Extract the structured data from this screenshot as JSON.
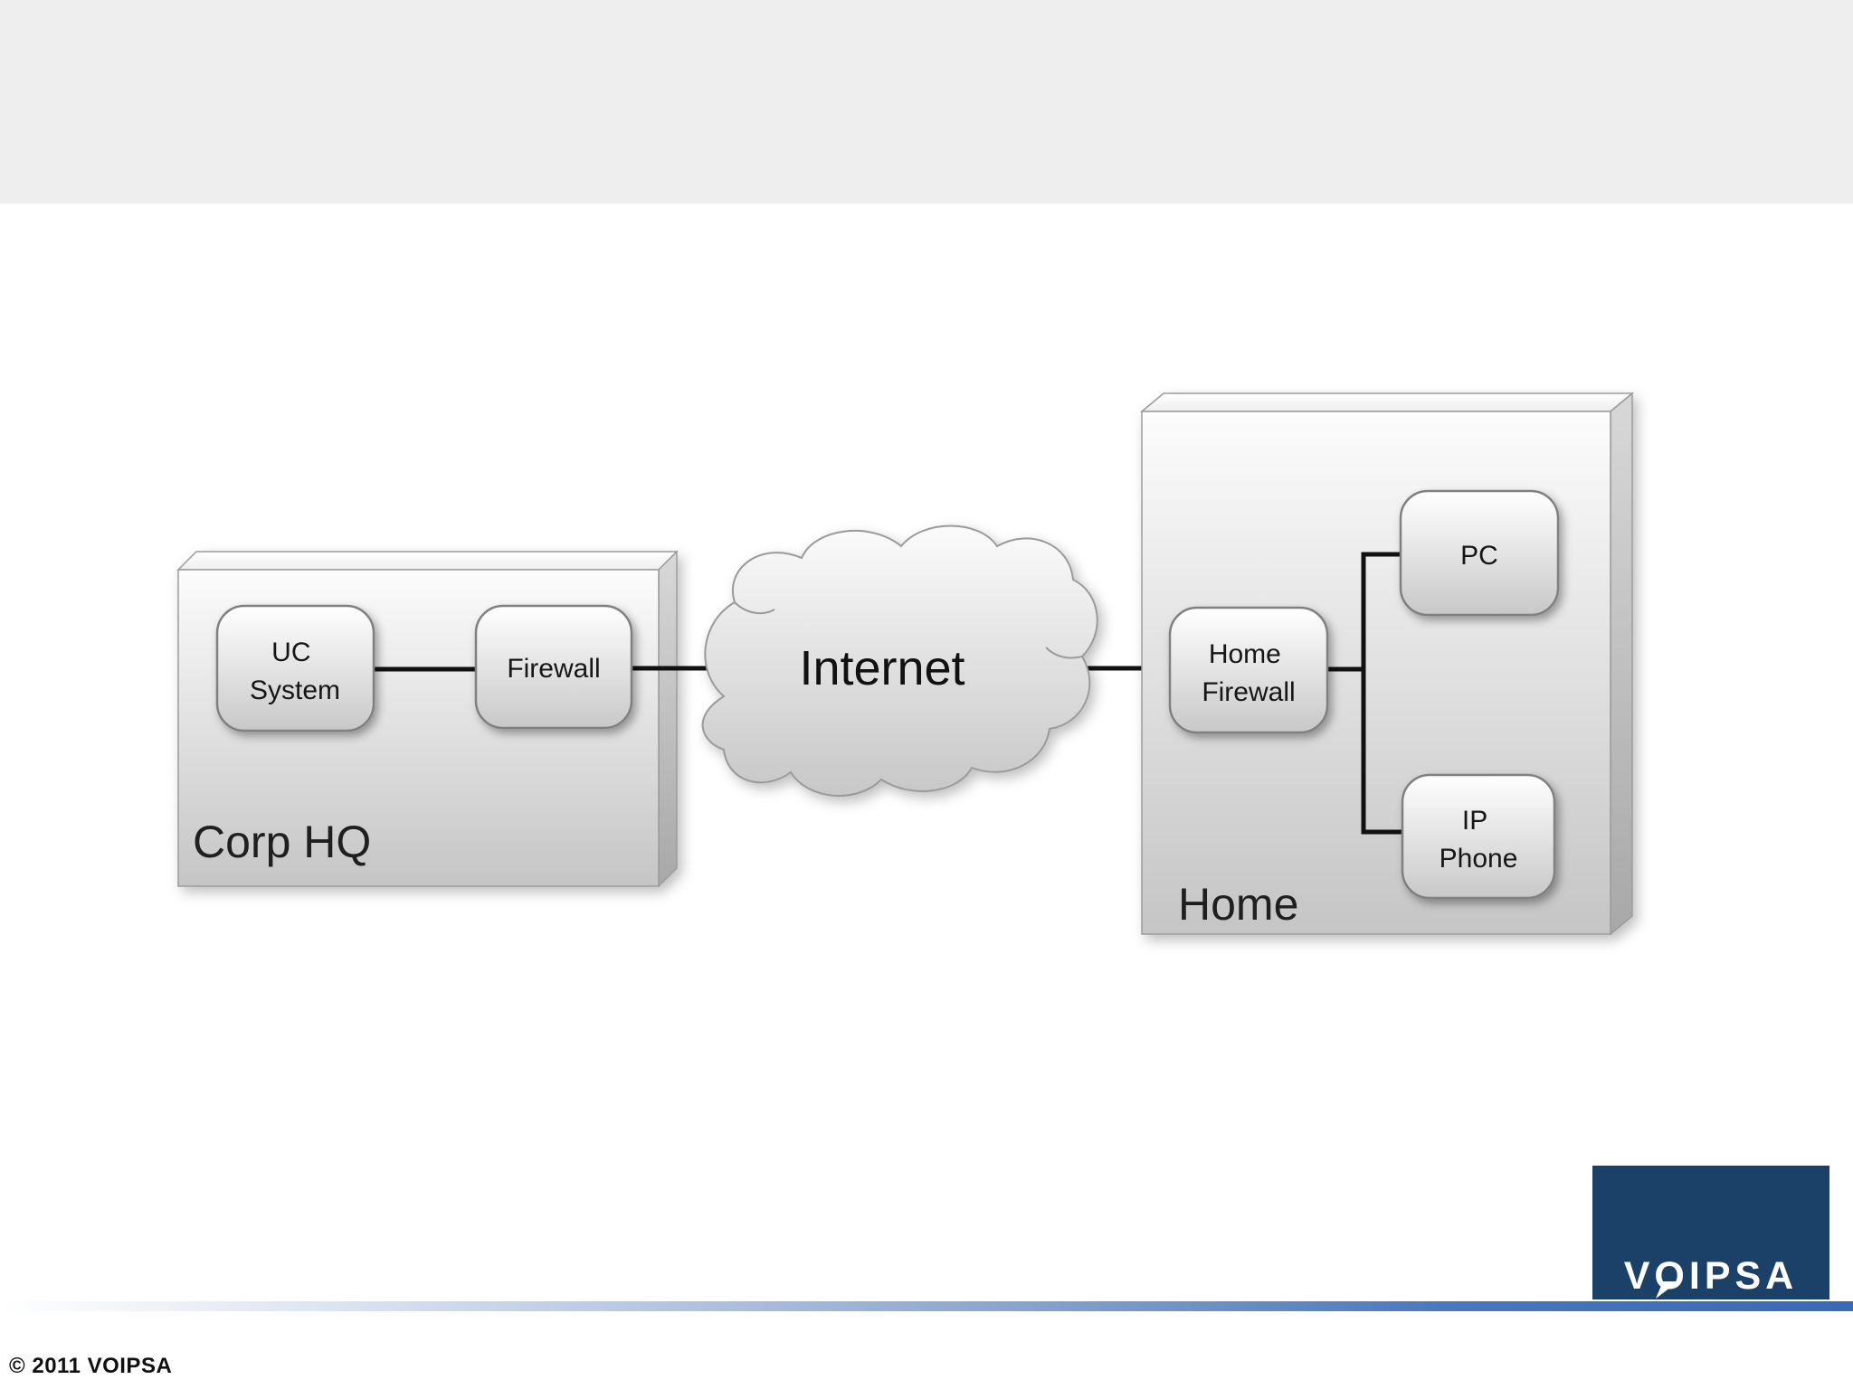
{
  "slide": {
    "corp_hq": {
      "label": "Corp HQ",
      "nodes": {
        "uc_system": {
          "lines": [
            "UC",
            "System"
          ]
        },
        "firewall": {
          "label": "Firewall"
        }
      }
    },
    "internet": {
      "label": "Internet"
    },
    "home": {
      "label": "Home",
      "nodes": {
        "home_firewall": {
          "lines": [
            "Home",
            "Firewall"
          ]
        },
        "pc": {
          "label": "PC"
        },
        "ip_phone": {
          "lines": [
            "IP",
            "Phone"
          ]
        }
      }
    },
    "logo": {
      "text": "VOIPSA"
    },
    "footer": {
      "copyright": "© 2011 VOIPSA"
    }
  },
  "icons": {
    "cloud": "internet-cloud",
    "bubble_tail": "speech-bubble-tail"
  },
  "colors": {
    "header_band": "#eeeeee",
    "logo_navy": "#1c4168",
    "footer_blue": "#3a6ab4",
    "connector_black": "#111111",
    "node_border": "#808080"
  }
}
